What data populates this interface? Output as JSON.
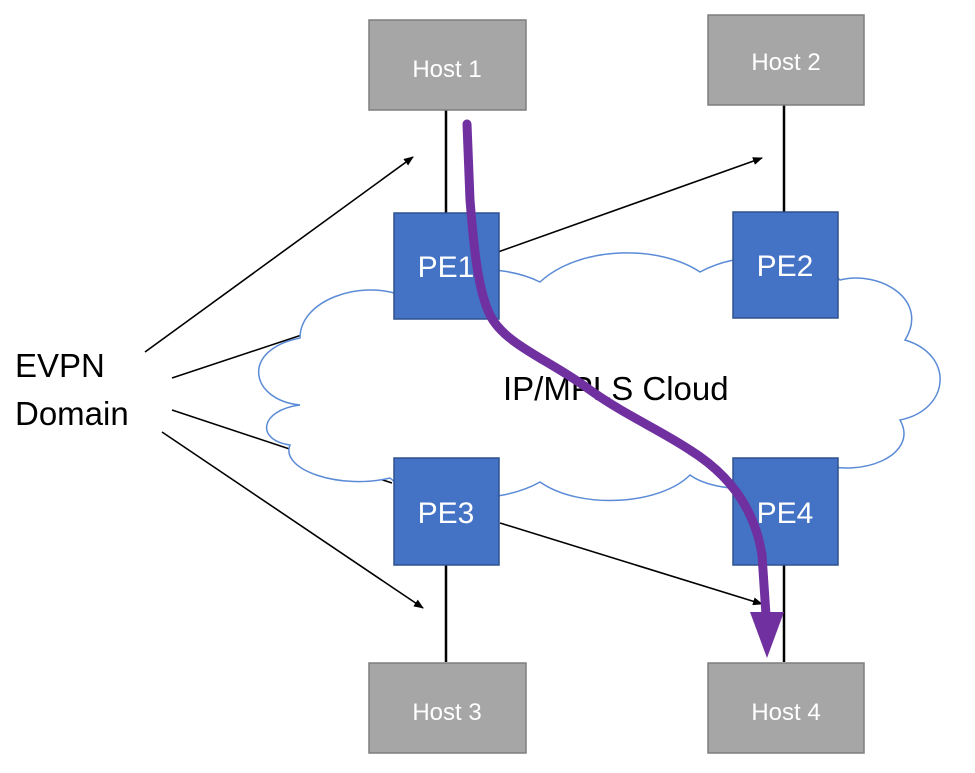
{
  "hosts": [
    {
      "id": "host1",
      "label": "Host 1"
    },
    {
      "id": "host2",
      "label": "Host 2"
    },
    {
      "id": "host3",
      "label": "Host 3"
    },
    {
      "id": "host4",
      "label": "Host 4"
    }
  ],
  "pes": [
    {
      "id": "pe1",
      "label": "PE1"
    },
    {
      "id": "pe2",
      "label": "PE2"
    },
    {
      "id": "pe3",
      "label": "PE3"
    },
    {
      "id": "pe4",
      "label": "PE4"
    }
  ],
  "cloud": {
    "label": "IP/MPLS Cloud"
  },
  "domain": {
    "line1": "EVPN",
    "line2": "Domain"
  },
  "colors": {
    "host": "#a6a6a6",
    "pe": "#4472c4",
    "cloud_outline": "#5b8bd6",
    "flow": "#7030a0"
  }
}
